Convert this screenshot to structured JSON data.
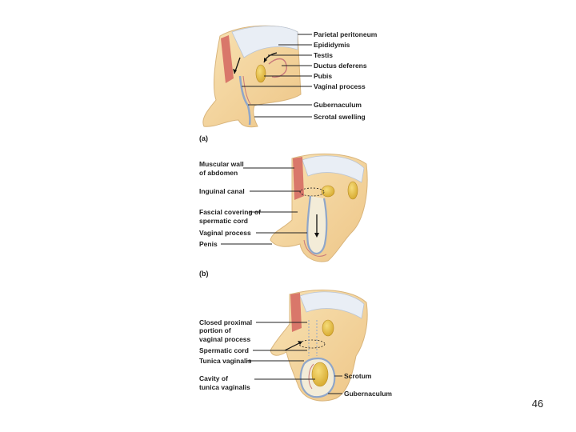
{
  "panels": {
    "a": {
      "tag": "(a)",
      "labels": [
        "Parietal peritoneum",
        "Epididymis",
        "Testis",
        "Ductus deferens",
        "Pubis",
        "Vaginal process",
        "Gubernaculum",
        "Scrotal swelling"
      ]
    },
    "b": {
      "tag": "(b)",
      "labels": [
        "Muscular wall",
        "of abdomen",
        "Inguinal canal",
        "Fascial covering of",
        "spermatic cord",
        "Vaginal process",
        "Penis"
      ]
    },
    "c": {
      "labels_left": [
        "Closed proximal",
        "portion of",
        "vaginal process",
        "Spermatic cord",
        "Tunica vaginalis",
        "Cavity of",
        "tunica vaginalis"
      ],
      "labels_right": [
        "Scrotum",
        "Gubernaculum"
      ]
    }
  },
  "page_number": "46",
  "colors": {
    "skin": "#f5d9a4",
    "skin_edge": "#d9b57c",
    "peritoneum": "#e9eef5",
    "muscle": "#d9776a",
    "testis": "#e8c244",
    "duct_blue": "#8fa6c9",
    "duct_red": "#c97a7a"
  }
}
